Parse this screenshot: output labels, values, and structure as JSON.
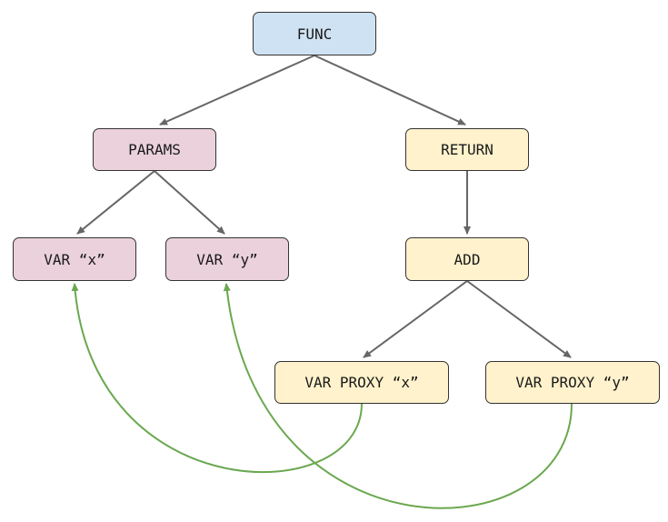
{
  "colors": {
    "func_fill": "#cfe2f3",
    "params_fill": "#ead1dc",
    "return_fill": "#fff2cc",
    "tree_edge": "#666666",
    "reference_edge": "#6aa84f",
    "node_border": "#333333"
  },
  "nodes": {
    "func": "FUNC",
    "params": "PARAMS",
    "return": "RETURN",
    "var_x": "VAR “x”",
    "var_y": "VAR “y”",
    "add": "ADD",
    "proxy_x": "VAR PROXY “x”",
    "proxy_y": "VAR PROXY “y”"
  },
  "edges": [
    {
      "from": "func",
      "to": "params",
      "kind": "child"
    },
    {
      "from": "func",
      "to": "return",
      "kind": "child"
    },
    {
      "from": "params",
      "to": "var_x",
      "kind": "child"
    },
    {
      "from": "params",
      "to": "var_y",
      "kind": "child"
    },
    {
      "from": "return",
      "to": "add",
      "kind": "child"
    },
    {
      "from": "add",
      "to": "proxy_x",
      "kind": "child"
    },
    {
      "from": "add",
      "to": "proxy_y",
      "kind": "child"
    },
    {
      "from": "proxy_x",
      "to": "var_x",
      "kind": "reference"
    },
    {
      "from": "proxy_y",
      "to": "var_y",
      "kind": "reference"
    }
  ]
}
